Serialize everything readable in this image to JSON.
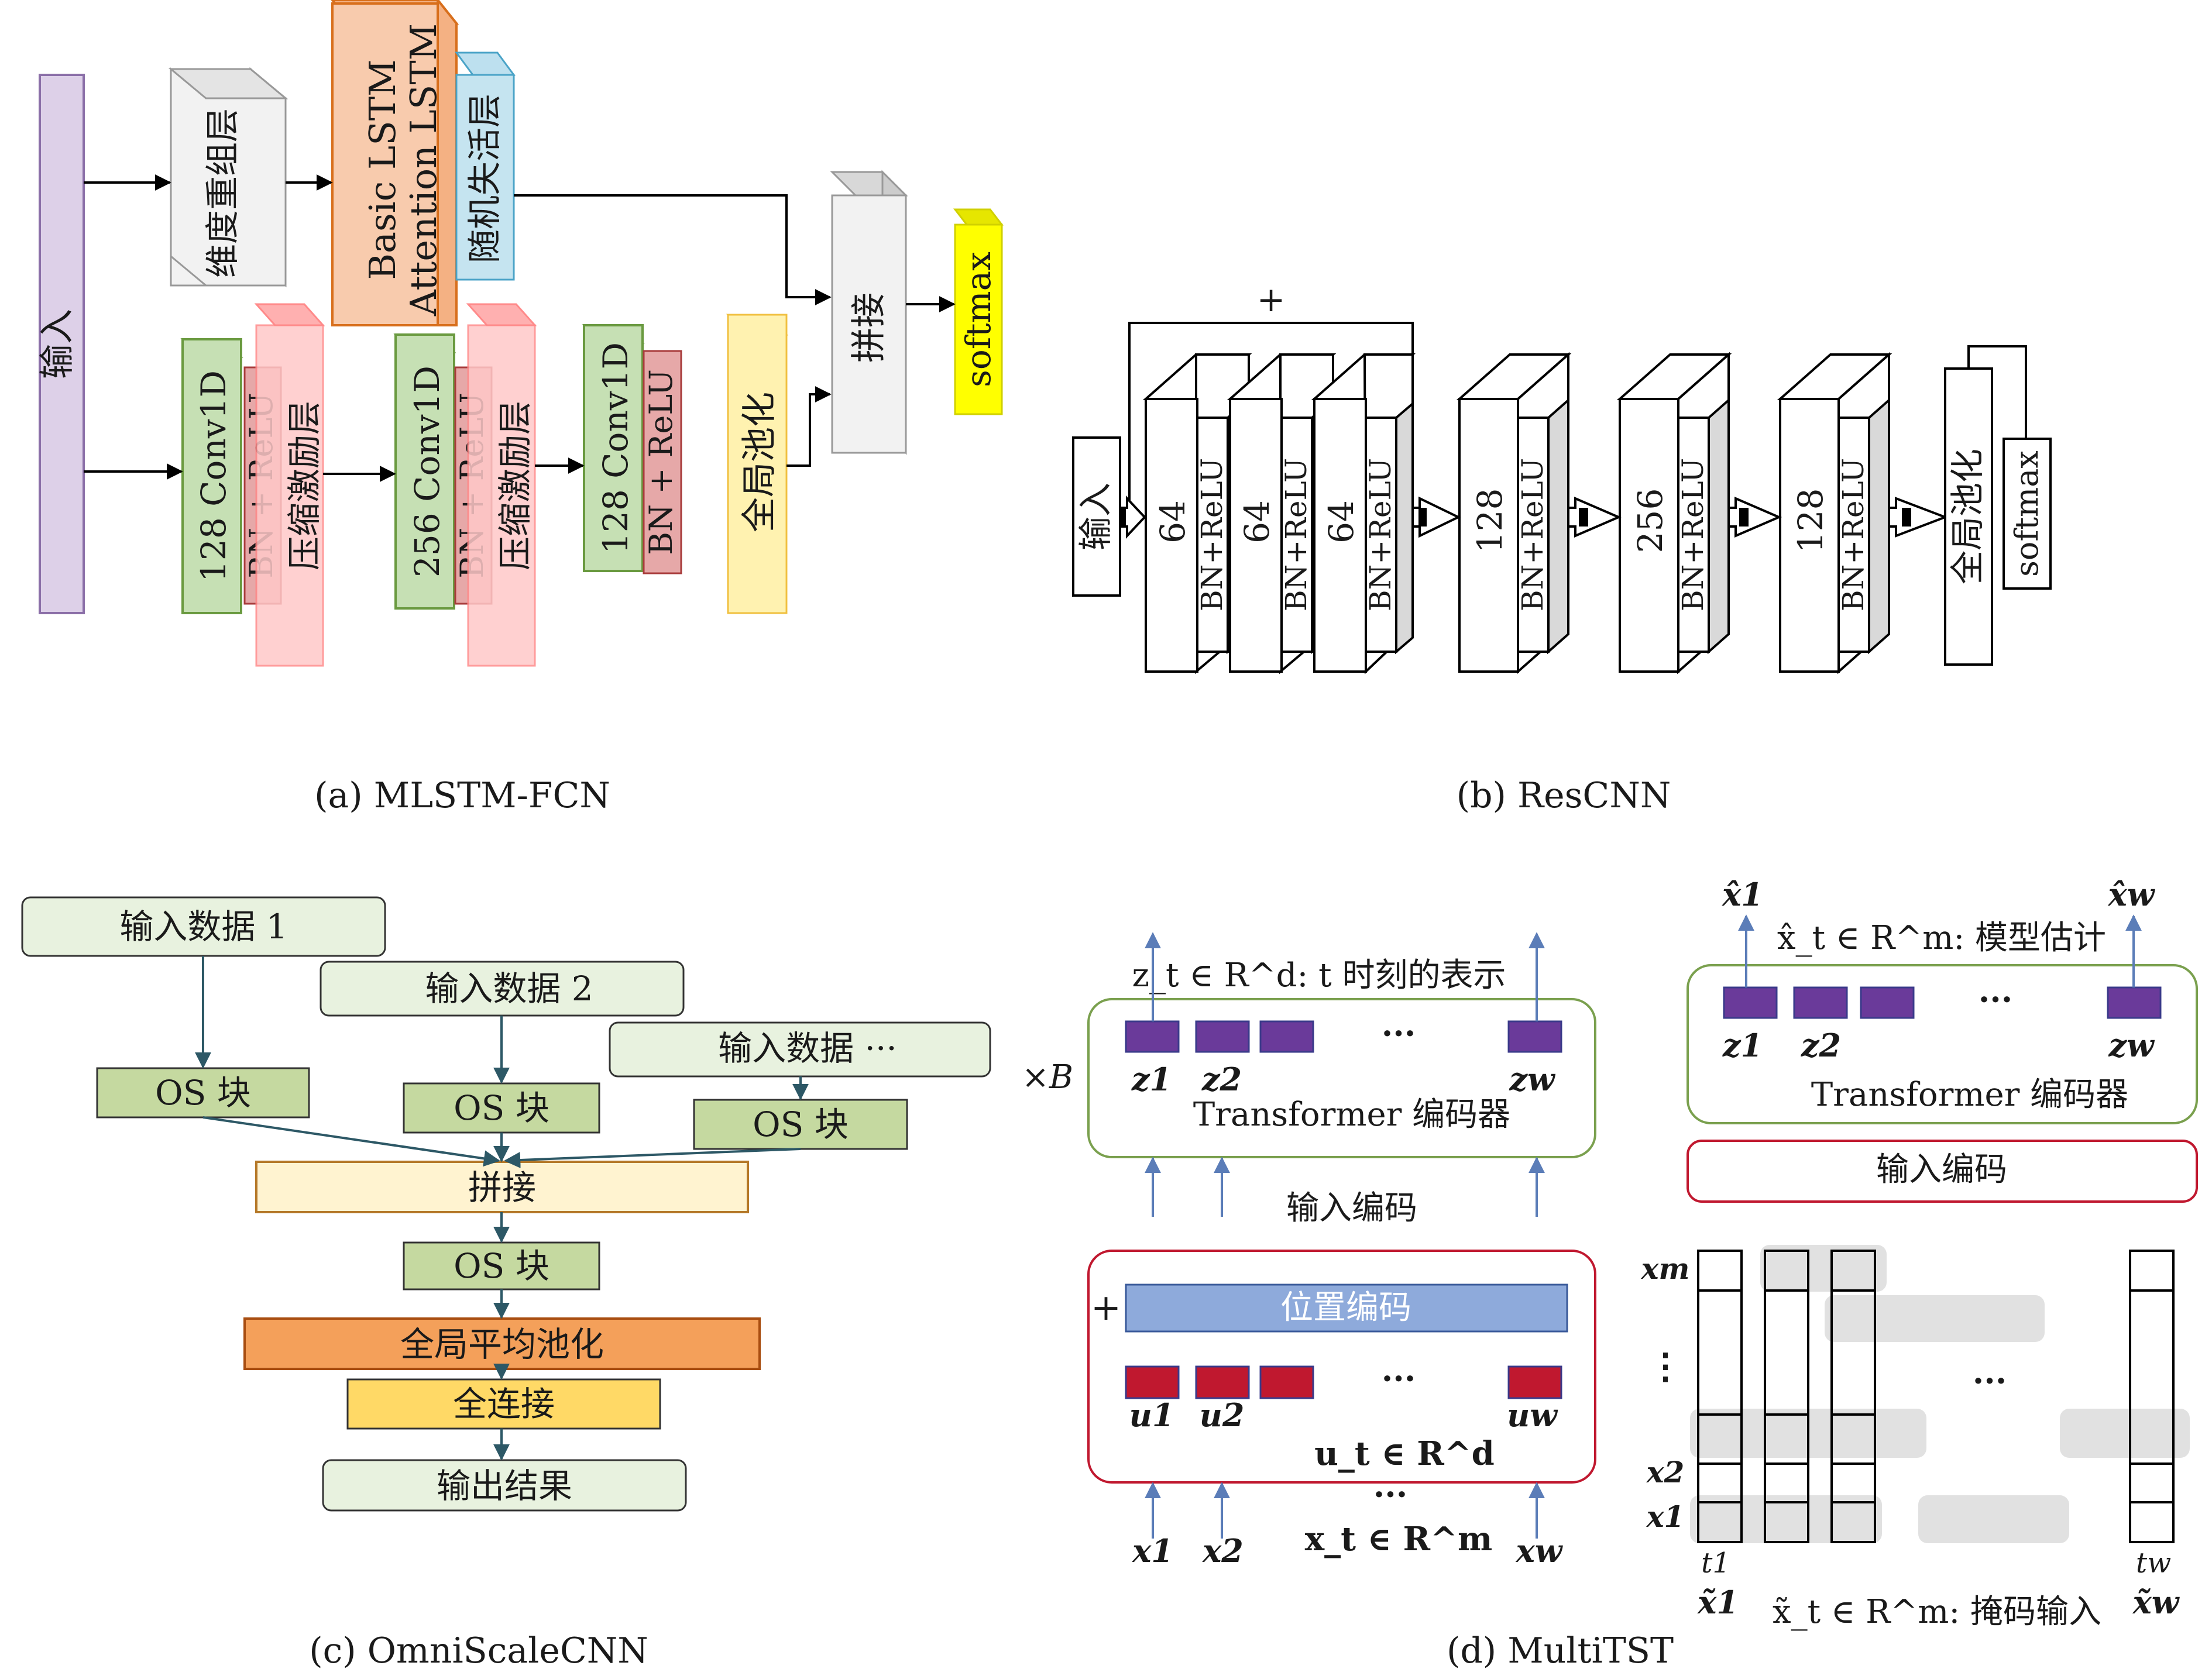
{
  "panel_a": {
    "caption": "(a) MLSTM-FCN",
    "input": "输入",
    "reshape": "维度重组层",
    "lstm_basic": "Basic LSTM",
    "lstm_attention": "Attention LSTM",
    "dropout": "随机失活层",
    "conv1": "128 Conv1D",
    "conv2": "256 Conv1D",
    "conv3": "128 Conv1D",
    "bn_relu": "BN + ReLU",
    "squeeze": "压缩激励层",
    "gap": "全局池化",
    "concat": "拼接",
    "softmax": "softmax"
  },
  "panel_b": {
    "caption": "(b) ResCNN",
    "input": "输入",
    "plus": "+",
    "filters": [
      "64",
      "64",
      "64",
      "128",
      "256",
      "128"
    ],
    "bn_relu": "BN+ReLU",
    "gap": "全局池化",
    "softmax": "softmax"
  },
  "panel_c": {
    "caption": "(c) OmniScaleCNN",
    "input1": "输入数据 1",
    "input2": "输入数据 2",
    "input3": "输入数据 ···",
    "os_block": "OS 块",
    "concat": "拼接",
    "gap": "全局平均池化",
    "fc": "全连接",
    "output": "输出结果"
  },
  "panel_d": {
    "caption": "(d) MultiTST",
    "times_b": "×B",
    "z_label": "z_t ∈ R^d: t 时刻的表示",
    "encoder": "Transformer 编码器",
    "input_encoding": "输入编码",
    "pos_encoding": "位置编码",
    "plus": "+",
    "u_label": "u_t ∈ R^d",
    "x_label": "x_t ∈ R^m",
    "dots": "···",
    "xhat_label": "x̂_t ∈ R^m: 模型估计",
    "masked_label": "x̃_t ∈ R^m: 掩码输入",
    "z_vec": [
      "z1",
      "z2",
      "zw"
    ],
    "u_vec": [
      "u1",
      "u2",
      "uw"
    ],
    "x_vec": [
      "x1",
      "x2",
      "xw"
    ],
    "xhat_vec": [
      "x̂1",
      "x̂w"
    ],
    "grid_rows": [
      "xm",
      "x2",
      "x1"
    ],
    "vdots": "⋮",
    "time_labels": [
      "t1",
      "tw"
    ],
    "masked_vec": [
      "x̃1",
      "x̃w"
    ]
  },
  "colors": {
    "purple_input": "#ddd0e8",
    "orange_lstm": "#f8cbad",
    "blue_dropout": "#c5e4f0",
    "green_conv": "#c6e0b4",
    "red_bn": "#e6a8a8",
    "pink_se": "#ffc8c8",
    "yellow_gap": "#fff2b0",
    "softmax": "#ffff00",
    "light_green": "#e8f2df",
    "os_green": "#c5d9a0",
    "concat_cream": "#fff3d0",
    "gap_orange": "#f4a05a",
    "fc_yellow": "#ffd966",
    "z_purple": "#6a3a9a",
    "u_red": "#c0182f",
    "pos_blue": "#8eaadb"
  }
}
